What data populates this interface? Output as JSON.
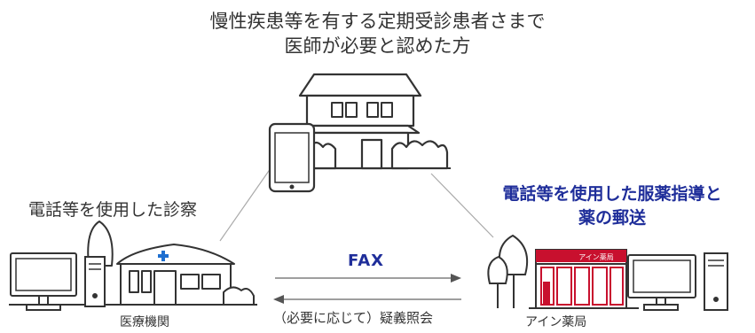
{
  "title": {
    "line1": "慢性疾患等を有する定期受診患者さまで",
    "line2": "医師が必要と認めた方"
  },
  "left_label": "電話等を使用した診察",
  "right_label": {
    "line1": "電話等を使用した服薬指導と",
    "line2": "薬の郵送"
  },
  "arrows": {
    "forward_label": "FAX",
    "back_label": "（必要に応じて）疑義照会"
  },
  "nodes": {
    "clinic_label": "医療機関",
    "pharmacy_label": "アイン薬局",
    "pharmacy_sign": "アイン薬局"
  },
  "colors": {
    "accent_blue": "#1f2e9a",
    "pharmacy_red": "#c8102e",
    "line_gray": "#999999"
  }
}
